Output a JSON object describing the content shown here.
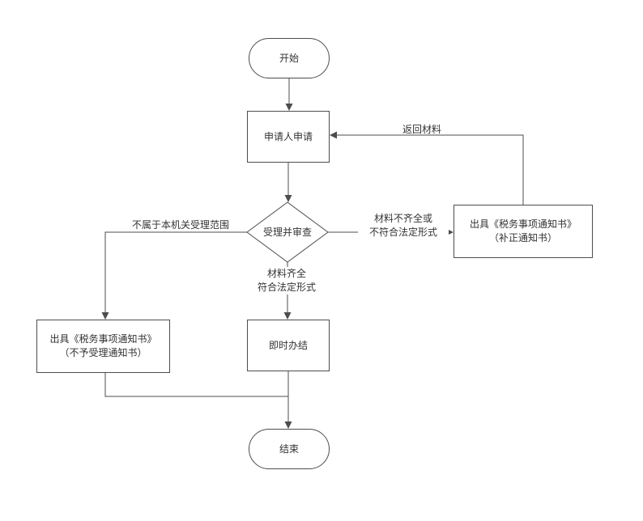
{
  "diagram": {
    "type": "flowchart",
    "nodes": {
      "start": {
        "label": "开始"
      },
      "apply": {
        "label": "申请人申请"
      },
      "review": {
        "label": "受理并审查"
      },
      "correction_notice": {
        "line1": "出具《税务事项通知书》",
        "line2": "（补正通知书）"
      },
      "reject_notice": {
        "line1": "出具《税务事项通知书》",
        "line2": "（不予受理通知书）"
      },
      "immediate": {
        "label": "即时办结"
      },
      "end": {
        "label": "结束"
      }
    },
    "edge_labels": {
      "return_material": "返回材料",
      "incomplete_line1": "材料不齐全或",
      "incomplete_line2": "不符合法定形式",
      "not_in_scope": "不属于本机关受理范围",
      "complete_line1": "材料齐全",
      "complete_line2": "符合法定形式"
    },
    "colors": {
      "stroke": "#4d4d4d",
      "text": "#333333",
      "background": "#ffffff"
    }
  }
}
